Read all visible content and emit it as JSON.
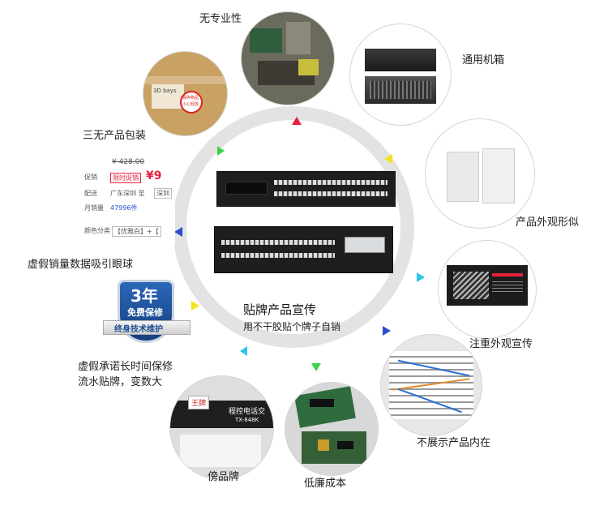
{
  "center": {
    "title": "贴牌产品宣传",
    "subtitle": "用不干胶贴个牌子自销"
  },
  "labels": {
    "no_professional": "无专业性",
    "generic_chassis": "通用机箱",
    "three_no_packaging": "三无产品包装",
    "similar_appearance": "产品外观形似",
    "fake_sales": "虚假销量数据吸引眼球",
    "focus_appearance": "注重外观宣传",
    "hide_internals": "不展示产品内在",
    "fake_warranty_line1": "虚假承诺长时间保修",
    "fake_warranty_line2": "流水贴牌，变数大",
    "imitation_brand": "傍品牌",
    "low_cost": "低廉成本"
  },
  "warranty_badge": {
    "years": "3年",
    "free": "免费保修",
    "lifetime": "终身技术维护"
  },
  "sales_panel": {
    "price_old": "¥ 428.00",
    "promo_label": "促销",
    "promo_tag": "限时促销",
    "promo_price": "¥9",
    "ship_label": "配送",
    "ship_value": "广东深圳 至",
    "ship_dest": "深圳",
    "monthly_label": "月销量",
    "monthly_value": "47996件",
    "color_label": "颜色分类",
    "color_value": "【优雅白】+【"
  },
  "box_sticker": {
    "text1": "易碎物品",
    "text2": "小心轻放",
    "brand": "3D bays"
  },
  "brand_device": {
    "badge": "王牌",
    "title": "程控电话交",
    "model": "TX-848K"
  },
  "colors": {
    "ring": "#e3e3e3",
    "red": "#e8213a",
    "yellow": "#f3e31b",
    "cyan": "#2ec5e6",
    "blue": "#2b4bd3",
    "green": "#3bd24a",
    "badge_blue": "#1d4f95"
  }
}
